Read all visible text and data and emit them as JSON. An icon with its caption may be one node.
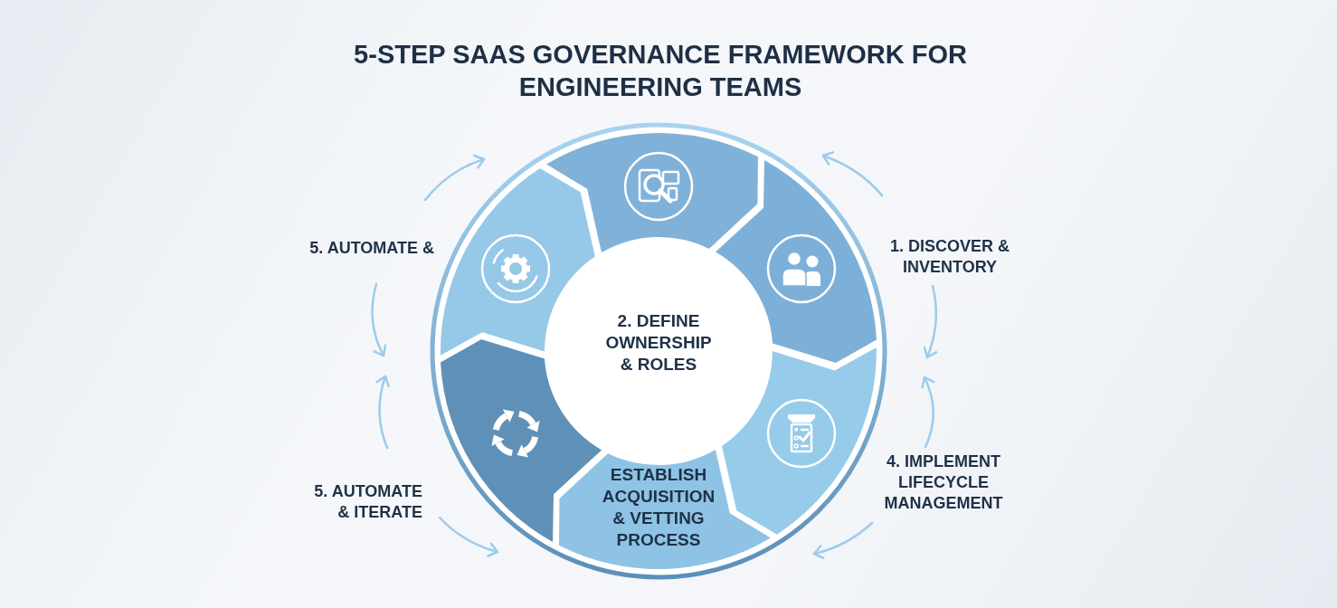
{
  "diagram": {
    "title": "5-STEP SAAS GOVERNANCE FRAMEWORK FOR ENGINEERING TEAMS",
    "nodes": [
      {
        "text": [],
        "shape": "segment"
      },
      {
        "text": [],
        "shape": "segment",
        "beside": [
          "5. AUTOMATE &"
        ]
      },
      {
        "text": [],
        "shape": "segment",
        "beside": [
          "1. DISCOVER & INVENTORY"
        ]
      },
      {
        "text": [
          "2. DEFINE OWNERSHIP & ROLES"
        ]
      },
      {
        "text": [],
        "shape": "segment",
        "beside": [
          "5. AUTOMATE & ITERATE"
        ]
      },
      {
        "text": [],
        "shape": "segment",
        "beside": [
          "4. IMPLEMENT LIFECYCLE MANAGEMENT"
        ]
      },
      {
        "text": [
          "ESTABLISH ACQUISITION & VETTING PROCESS"
        ]
      }
    ]
  }
}
